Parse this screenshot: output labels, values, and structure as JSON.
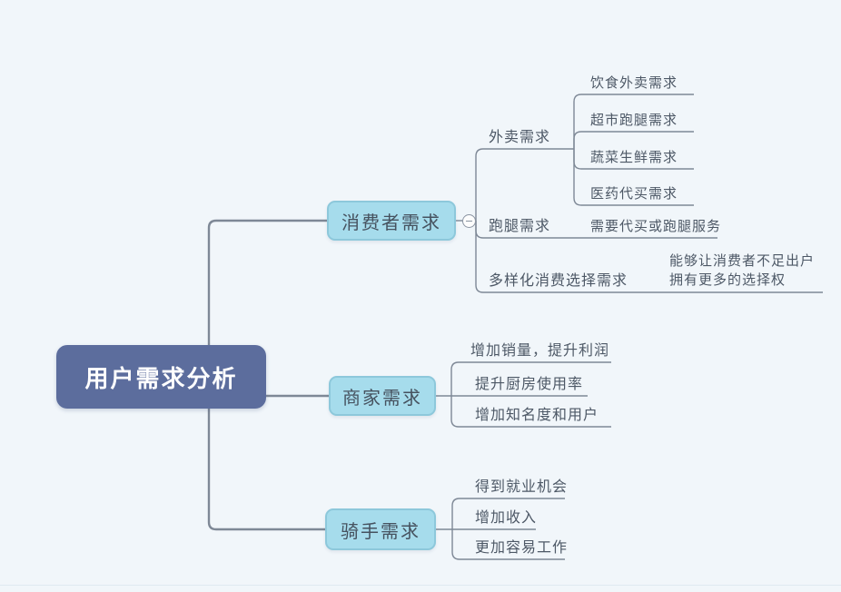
{
  "canvas": {
    "background_color": "#f1f6fa",
    "edge_line_color": "#dfe9f1",
    "link_color": "#7e8896"
  },
  "root": {
    "label": "用户需求分析",
    "fill": "#5c6d9d",
    "text_color": "#ffffff"
  },
  "branch_style": {
    "fill": "#a6dcec",
    "border": "#8dc8db",
    "text_color": "#46525f"
  },
  "collapse_button": {
    "symbol": "−",
    "state": "expanded"
  },
  "branches": [
    {
      "label": "消费者需求",
      "children": [
        {
          "label": "外卖需求",
          "children": [
            {
              "label": "饮食外卖需求"
            },
            {
              "label": "超市跑腿需求"
            },
            {
              "label": "蔬菜生鲜需求"
            },
            {
              "label": "医药代买需求"
            }
          ]
        },
        {
          "label": "跑腿需求",
          "children": [
            {
              "label": "需要代买或跑腿服务"
            }
          ]
        },
        {
          "label": "多样化消费选择需求",
          "children": [
            {
              "label": "能够让消费者不足出户 拥有更多的选择权",
              "lines": [
                "能够让消费者不足出户",
                "拥有更多的选择权"
              ]
            }
          ]
        }
      ]
    },
    {
      "label": "商家需求",
      "children": [
        {
          "label": "增加销量，提升利润"
        },
        {
          "label": "提升厨房使用率"
        },
        {
          "label": "增加知名度和用户"
        }
      ]
    },
    {
      "label": "骑手需求",
      "children": [
        {
          "label": "得到就业机会"
        },
        {
          "label": "增加收入"
        },
        {
          "label": "更加容易工作"
        }
      ]
    }
  ]
}
